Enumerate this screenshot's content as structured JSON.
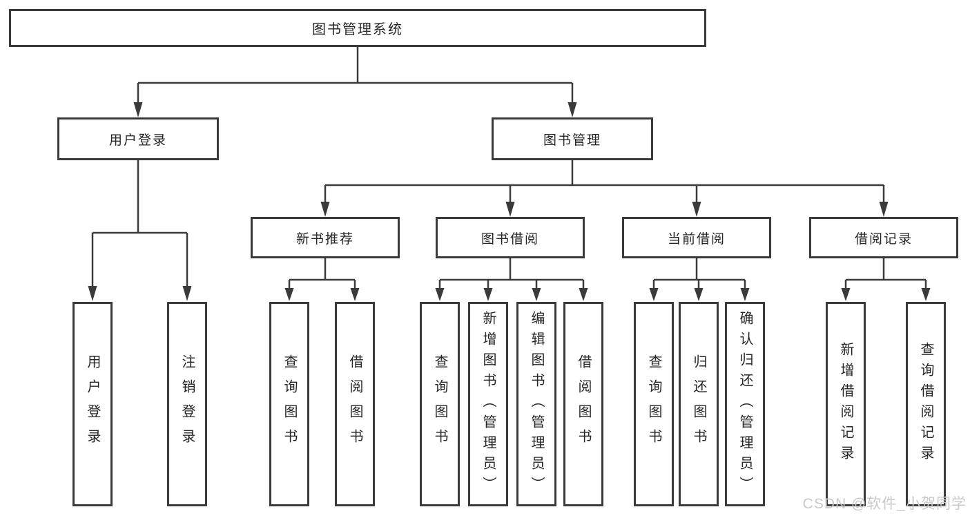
{
  "title": "图书管理系统",
  "level2": {
    "user": "用户登录",
    "book": "图书管理"
  },
  "user_children": [
    "用户登录",
    "注销登录"
  ],
  "groups": [
    {
      "label": "新书推荐",
      "children": [
        "查询图书",
        "借阅图书"
      ]
    },
    {
      "label": "图书借阅",
      "children": [
        "查询图书",
        "新增图书（管理员）",
        "编辑图书（管理员）",
        "借阅图书"
      ]
    },
    {
      "label": "当前借阅",
      "children": [
        "查询图书",
        "归还图书",
        "确认归还（管理员）"
      ]
    },
    {
      "label": "借阅记录",
      "children": [
        "新增借阅记录",
        "查询借阅记录"
      ]
    }
  ],
  "watermark": "CSDN @软件_小贺同学",
  "colors": {
    "line": "#3a3a3a",
    "border": "#3a3a3a",
    "background": "#ffffff",
    "text": "#262626",
    "watermark": "#c9c9c9"
  }
}
